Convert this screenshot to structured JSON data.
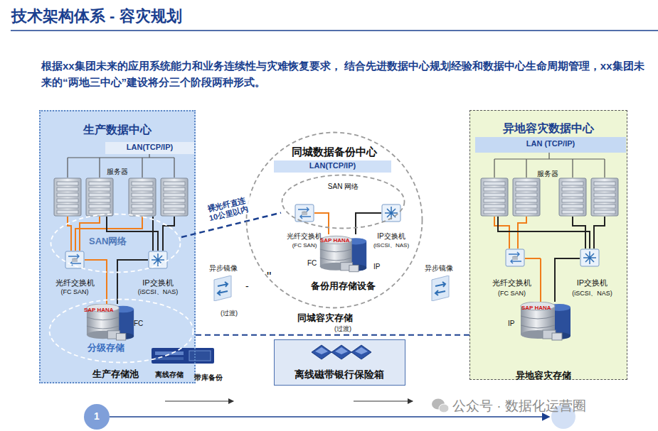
{
  "diagram": {
    "title": "技术架构体系 - 容灾规划",
    "nodes": [
      {
        "text": [
          "生产数据中心"
        ]
      },
      {
        "text": [
          "LAN(TCP/IP)"
        ],
        "in": 0
      },
      {
        "text": [
          "SAN网络"
        ],
        "in": 0
      },
      {
        "text": [
          "光纤交换机",
          "(FC SAN)"
        ],
        "in": 0
      },
      {
        "text": [
          "IP交换机",
          "(iSCSI、NAS)"
        ],
        "in": 0
      },
      {
        "text": [
          "SAP HANA",
          "分级存储"
        ],
        "in": 0
      },
      {
        "text": [
          "同城数据备份中心"
        ]
      },
      {
        "text": [
          "LAN(TCP/IP)"
        ],
        "in": 6
      },
      {
        "text": [
          "SAN 网络"
        ],
        "in": 6
      },
      {
        "text": [
          "光纤交换机",
          "(FC SAN)"
        ],
        "in": 6
      },
      {
        "text": [
          "IP交换机",
          "(iSCSI、NAS)"
        ],
        "in": 6
      },
      {
        "text": [
          "SAP HANA",
          "备份用存储设备"
        ],
        "in": 6
      },
      {
        "text": [
          "异地容灾数据中心"
        ]
      },
      {
        "text": [
          "LAN (TCP/IP)"
        ],
        "in": 12
      },
      {
        "text": [
          "光纤交换机",
          "(FC SAN)"
        ],
        "in": 12
      },
      {
        "text": [
          "IP交换机",
          "(iSCSI、NAS)"
        ],
        "in": 12
      },
      {
        "text": [
          "SAP HANA"
        ],
        "in": 12
      },
      {
        "text": [
          "离线磁带银行保险箱"
        ]
      },
      {
        "text": [
          "1"
        ]
      }
    ],
    "edges": [
      {
        "from": 0,
        "to": 12,
        "arrow": "none"
      },
      {
        "from": 2,
        "to": 8,
        "label": "裸光纤直连 10公里以内",
        "arrow": "none"
      }
    ],
    "labels": [
      "根据xx集团未来的应用系统能力和业务连续性与灾难恢复要求， 结合先进数据中心规划经验和数据中心生命周期管理，xx集团未来的“两地三中心”建设将分三个阶段两种形式。",
      "服务器",
      "FC",
      "生产存储池",
      "离线存储",
      "带库备份",
      "异步镜像",
      "(过渡)",
      "-",
      "\"",
      "FC",
      "IP",
      "同城容灾存储",
      "(过渡)",
      "异步镜像",
      "服务器",
      "IP",
      "异地容灾存储",
      "公众号 · 数据化运营圈"
    ]
  }
}
